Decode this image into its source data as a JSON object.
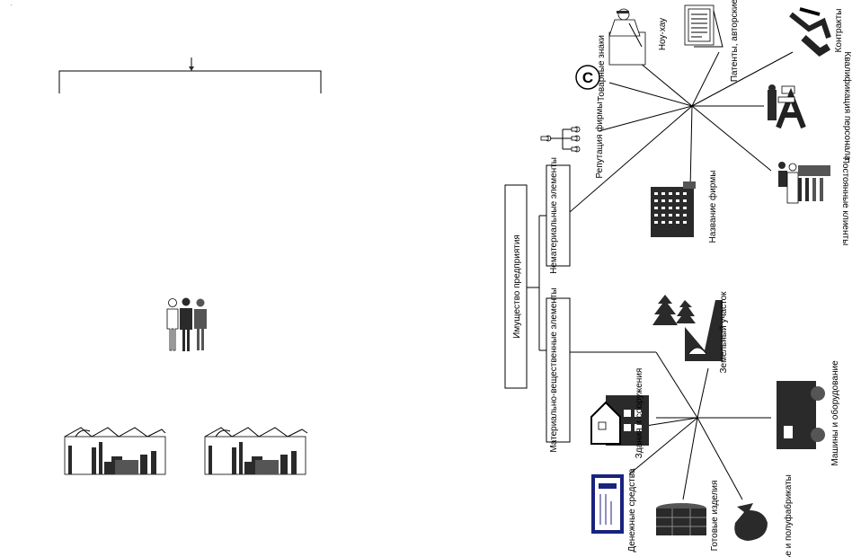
{
  "root": {
    "label": "Имущество предприятия"
  },
  "branches": [
    {
      "label": "Нематериальные элементы"
    },
    {
      "label": "Материально-вещественные элементы"
    }
  ],
  "intangible_items": [
    {
      "label": "Ноу-хау"
    },
    {
      "label": "Патенты, авторские права"
    },
    {
      "label": "Контракты"
    },
    {
      "label": "Товарные знаки"
    },
    {
      "label": "Квалификация персонала"
    },
    {
      "label": "Репутация фирмы"
    },
    {
      "label": "Постоянные клиенты"
    },
    {
      "label": "Название фирмы"
    }
  ],
  "tangible_items": [
    {
      "label": "Земельный участок"
    },
    {
      "label": "Здания и сооружения"
    },
    {
      "label": "Машины и оборудование"
    },
    {
      "label": "Денежные средства"
    },
    {
      "label": "Готовые изделия"
    },
    {
      "label": "Сырье и полуфабрикаты"
    }
  ],
  "trademark_symbol": "C",
  "icons": {
    "people": "people-group-icon",
    "factory": "factory-icon",
    "handshake": "handshake-icon",
    "barrel": "barrel-stack-icon",
    "sack": "sack-icon",
    "truck": "truck-icon",
    "building": "office-building-icon",
    "cheque": "bank-cheque-icon"
  }
}
